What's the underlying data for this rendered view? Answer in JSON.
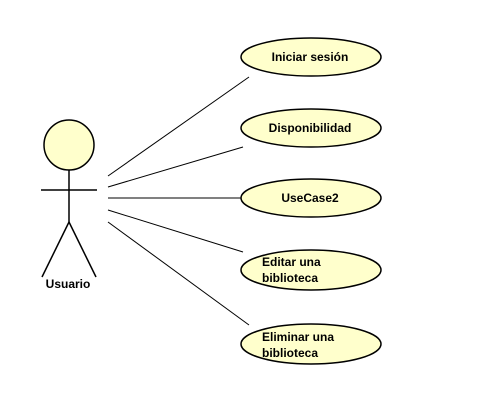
{
  "actor": {
    "name": "Usuario",
    "icon": "stick-figure-icon"
  },
  "use_cases": [
    {
      "id": "uc1",
      "lines": [
        "Iniciar sesión"
      ]
    },
    {
      "id": "uc2",
      "lines": [
        "Disponibilidad"
      ]
    },
    {
      "id": "uc3",
      "lines": [
        "UseCase2"
      ]
    },
    {
      "id": "uc4",
      "lines": [
        "Editar una",
        "biblioteca"
      ]
    },
    {
      "id": "uc5",
      "lines": [
        "Eliminar una",
        "biblioteca"
      ]
    }
  ],
  "colors": {
    "fill": "#ffffcc",
    "stroke": "#000000",
    "background": "#ffffff"
  }
}
